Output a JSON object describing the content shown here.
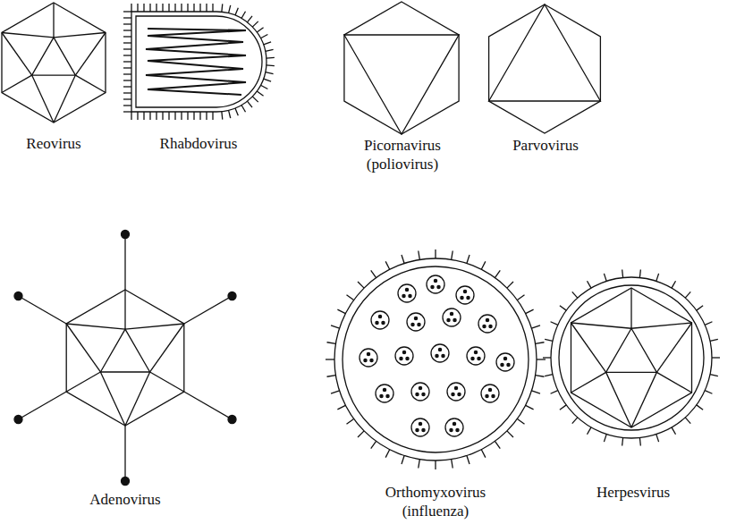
{
  "diagram": {
    "labels": [
      "Reovirus",
      "Rhabdovirus",
      "Picornavirus (poliovirus)",
      "Parvovirus",
      "Adenovirus",
      "Orthomyxovirus (influenza)",
      "Herpesvirus"
    ]
  }
}
